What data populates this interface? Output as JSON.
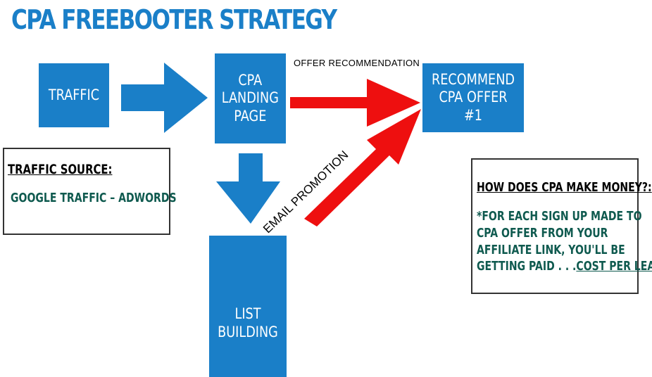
{
  "title": "CPA FREEBOOTER STRATEGY",
  "colors": {
    "title": "#1a7fc8",
    "box_fill": "#1a7fc8",
    "box_text": "#ffffff",
    "blue_arrow": "#1a7fc8",
    "red_arrow": "#ee0f0f",
    "panel_text": "#0f5a4f",
    "panel_border": "#333333"
  },
  "boxes": {
    "traffic": "TRAFFIC",
    "landing_page": "CPA\nLANDING\nPAGE",
    "recommend_offer": "RECOMMEND\nCPA OFFER #1",
    "list_building": "LIST\nBUILDING"
  },
  "arrow_labels": {
    "offer_recommendation": "OFFER RECOMMENDATION",
    "email_promotion": "EMAIL PROMOTION"
  },
  "traffic_source_panel": {
    "heading": "TRAFFIC SOURCE:",
    "value": "GOOGLE TRAFFIC – ADWORDS"
  },
  "cpa_money_panel": {
    "heading": "HOW DOES CPA MAKE MONEY?:",
    "lines": [
      "*FOR EACH SIGN UP MADE TO",
      "CPA OFFER FROM YOUR",
      "AFFILIATE LINK, YOU'LL BE"
    ],
    "last_line_prefix": "GETTING PAID . . .",
    "last_line_emphasis": "COST PER LEAD"
  }
}
